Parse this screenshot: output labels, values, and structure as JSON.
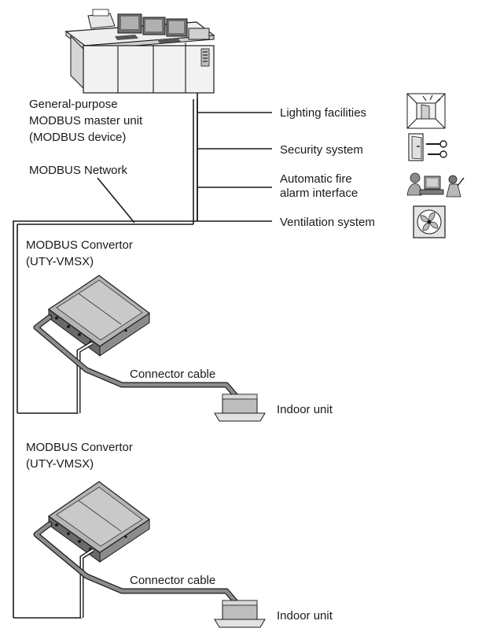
{
  "master_unit": {
    "label_line1": "General-purpose",
    "label_line2": "MODBUS master unit",
    "label_line3": "(MODBUS device)"
  },
  "network": {
    "label": "MODBUS Network"
  },
  "facilities": [
    {
      "label_line1": "Lighting facilities",
      "label_line2": "",
      "icon": "lighting-door-icon"
    },
    {
      "label_line1": "Security system",
      "label_line2": "",
      "icon": "door-key-icon"
    },
    {
      "label_line1": "Automatic fire",
      "label_line2": "alarm interface",
      "icon": "fire-operator-icon"
    },
    {
      "label_line1": "Ventilation system",
      "label_line2": "",
      "icon": "ventilation-fan-icon"
    }
  ],
  "convertors": [
    {
      "label_line1": "MODBUS Convertor",
      "label_line2": "(UTY-VMSX)",
      "cable_label": "Connector cable",
      "indoor_label": "Indoor unit"
    },
    {
      "label_line1": "MODBUS Convertor",
      "label_line2": "(UTY-VMSX)",
      "cable_label": "Connector cable",
      "indoor_label": "Indoor unit"
    }
  ]
}
